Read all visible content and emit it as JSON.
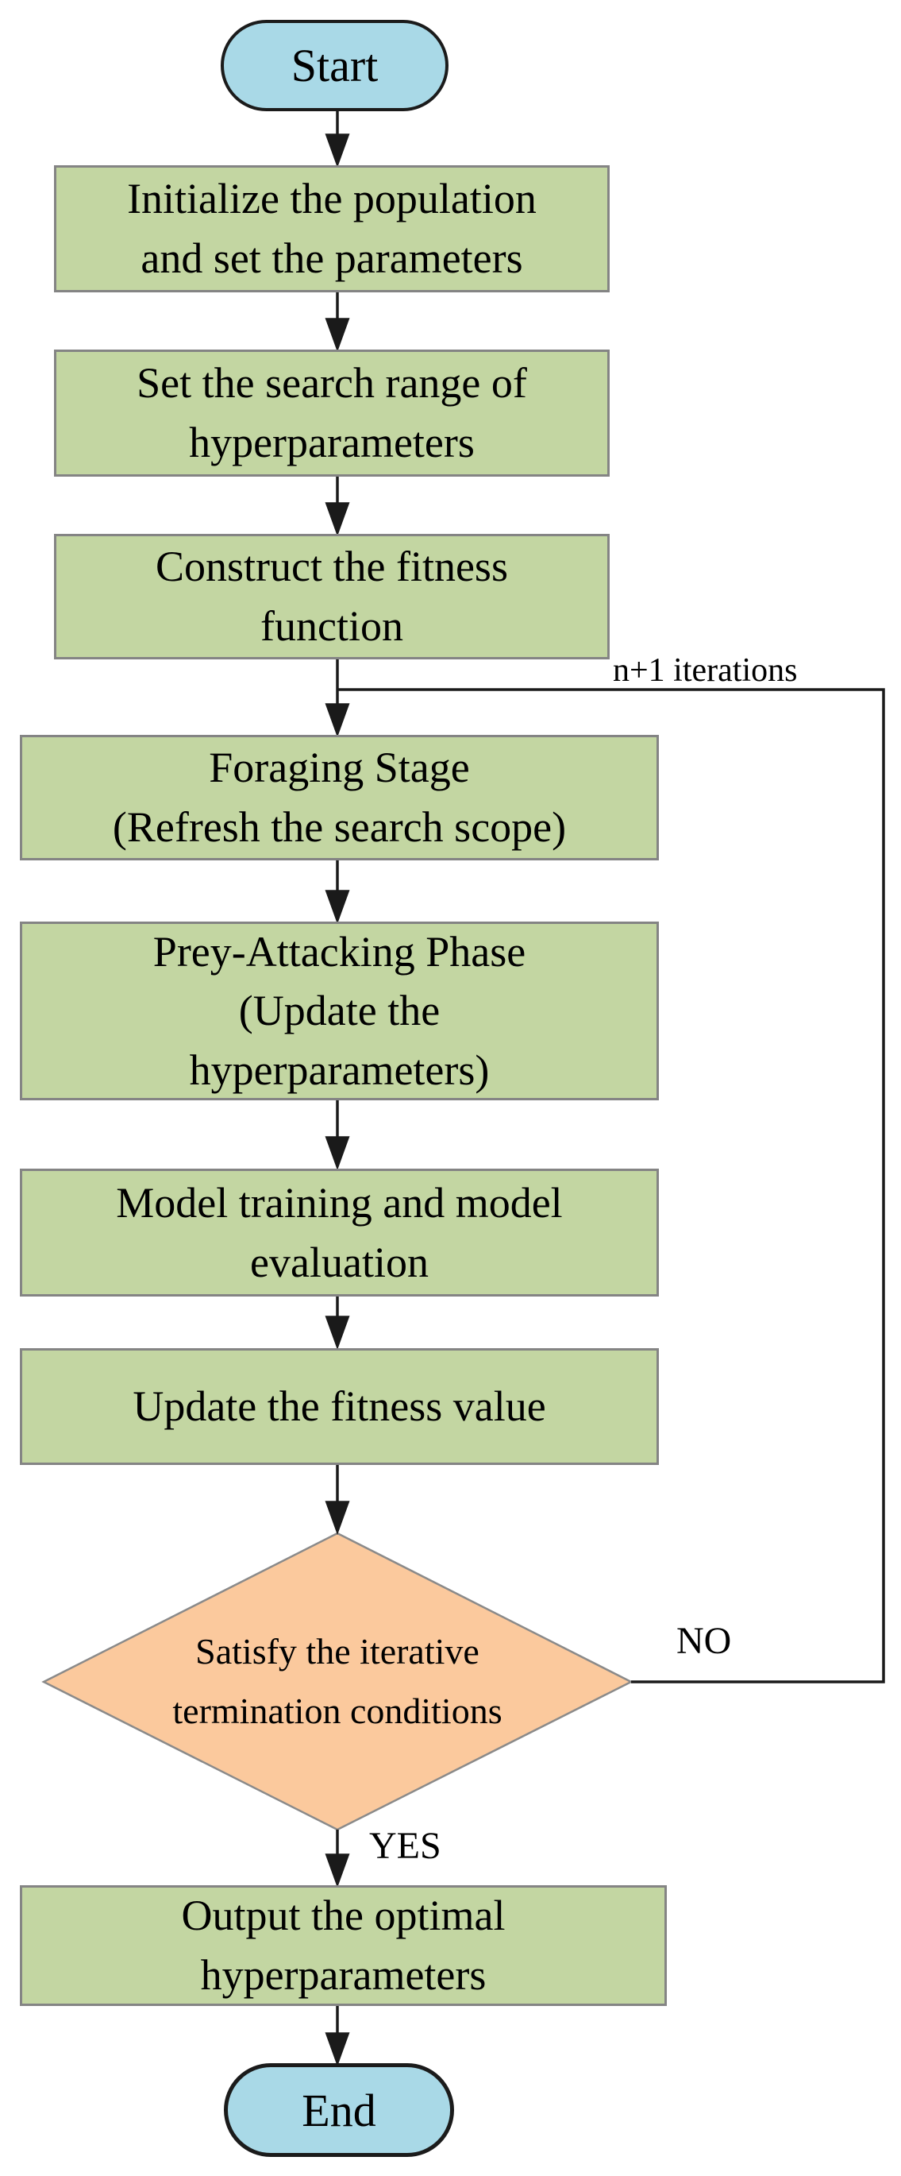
{
  "nodes": {
    "start": {
      "kind": "terminator",
      "label": "Start"
    },
    "init": {
      "kind": "process",
      "lines": [
        "Initialize the population",
        "and set the parameters"
      ]
    },
    "range": {
      "kind": "process",
      "lines": [
        "Set the search range of",
        "hyperparameters"
      ]
    },
    "fitness": {
      "kind": "process",
      "lines": [
        "Construct the fitness",
        "function"
      ]
    },
    "foraging": {
      "kind": "process",
      "lines": [
        "Foraging Stage",
        "(Refresh the search scope)"
      ]
    },
    "prey": {
      "kind": "process",
      "lines": [
        "Prey-Attacking Phase",
        "(Update the",
        "hyperparameters)"
      ]
    },
    "training": {
      "kind": "process",
      "lines": [
        "Model training and model",
        "evaluation"
      ]
    },
    "update": {
      "kind": "process",
      "lines": [
        "Update the fitness value"
      ]
    },
    "decision": {
      "kind": "decision",
      "lines": [
        "Satisfy the iterative",
        "termination conditions"
      ]
    },
    "output": {
      "kind": "process",
      "lines": [
        "Output the optimal",
        "hyperparameters"
      ]
    },
    "end": {
      "kind": "terminator",
      "label": "End"
    }
  },
  "edge_labels": {
    "loop": "n+1 iterations",
    "no": "NO",
    "yes": "YES"
  },
  "colors": {
    "process_fill": "#c3d6a2",
    "process_border": "#848484",
    "terminal_fill": "#a9d9e7",
    "terminal_border": "#1b1b1b",
    "decision_fill": "#fbc99d",
    "decision_border": "#8a8a8a",
    "line_color": "#1a1a1a",
    "text_color": "#000000"
  }
}
